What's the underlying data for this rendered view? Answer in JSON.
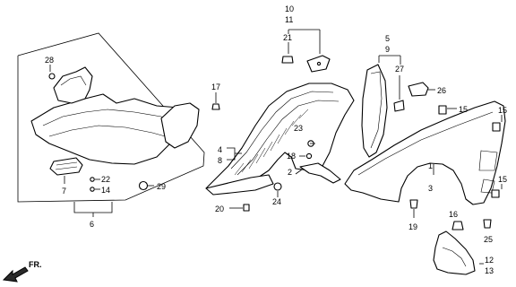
{
  "callouts": {
    "c1": "1",
    "c2": "2",
    "c3": "3",
    "c4": "4",
    "c5": "5",
    "c6": "6",
    "c7": "7",
    "c8": "8",
    "c9": "9",
    "c10": "10",
    "c11": "11",
    "c12": "12",
    "c13": "13",
    "c14": "14",
    "c15a": "15",
    "c15b": "15",
    "c15c": "15",
    "c16": "16",
    "c17": "17",
    "c18": "18",
    "c19": "19",
    "c20": "20",
    "c21": "21",
    "c22": "22",
    "c23": "23",
    "c24": "24",
    "c25": "25",
    "c26": "26",
    "c27": "27",
    "c28": "28",
    "c29": "29"
  },
  "direction_label": "FR."
}
